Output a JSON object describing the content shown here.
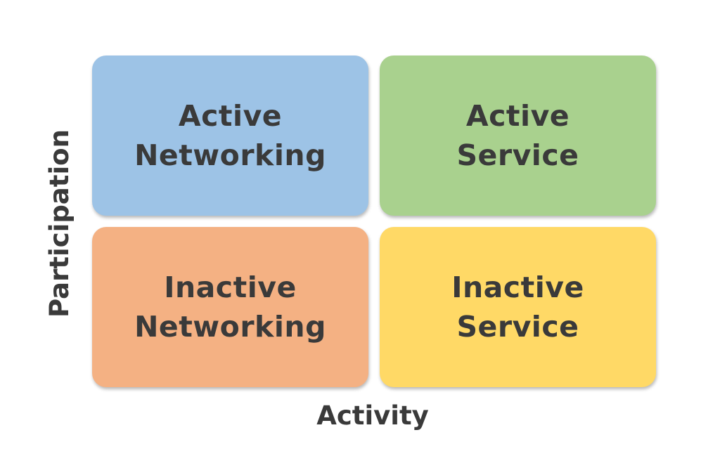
{
  "quadrants": {
    "top_left": {
      "line1": "Active",
      "line2": "Networking",
      "color": "#9dc3e6"
    },
    "top_right": {
      "line1": "Active",
      "line2": "Service",
      "color": "#a9d18e"
    },
    "bottom_left": {
      "line1": "Inactive",
      "line2": "Networking",
      "color": "#f4b183"
    },
    "bottom_right": {
      "line1": "Inactive",
      "line2": "Service",
      "color": "#ffd966"
    }
  },
  "axes": {
    "x_label": "Activity",
    "y_label": "Participation"
  }
}
